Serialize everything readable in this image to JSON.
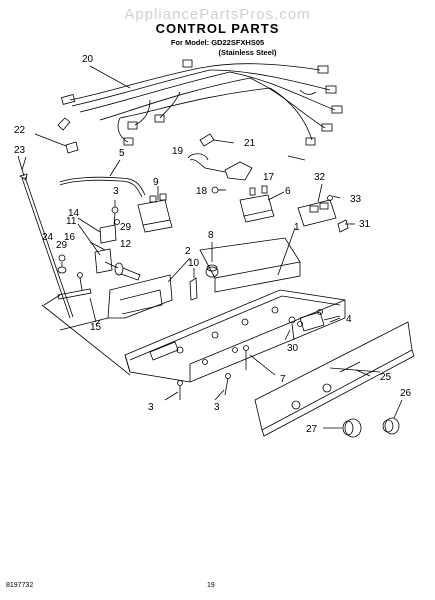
{
  "header": {
    "watermark": "AppliancePartsPros.com",
    "title": "CONTROL PARTS",
    "model_line": "For Model: GD22SFXHS05",
    "finish_line": "(Stainless Steel)"
  },
  "footer": {
    "doc_number": "8197732",
    "page_number": "19"
  },
  "callouts": {
    "c1": "1",
    "c2": "2",
    "c3a": "3",
    "c3b": "3",
    "c3c": "3",
    "c4": "4",
    "c5": "5",
    "c6": "6",
    "c7": "7",
    "c8": "8",
    "c9": "9",
    "c10": "10",
    "c11": "11",
    "c12": "12",
    "c14": "14",
    "c15": "15",
    "c16": "16",
    "c17": "17",
    "c18": "18",
    "c19": "19",
    "c20": "20",
    "c21": "21",
    "c22": "22",
    "c23": "23",
    "c24": "24",
    "c25": "25",
    "c26": "26",
    "c27": "27",
    "c29a": "29",
    "c29b": "29",
    "c30": "30",
    "c31": "31",
    "c32": "32",
    "c33": "33"
  }
}
